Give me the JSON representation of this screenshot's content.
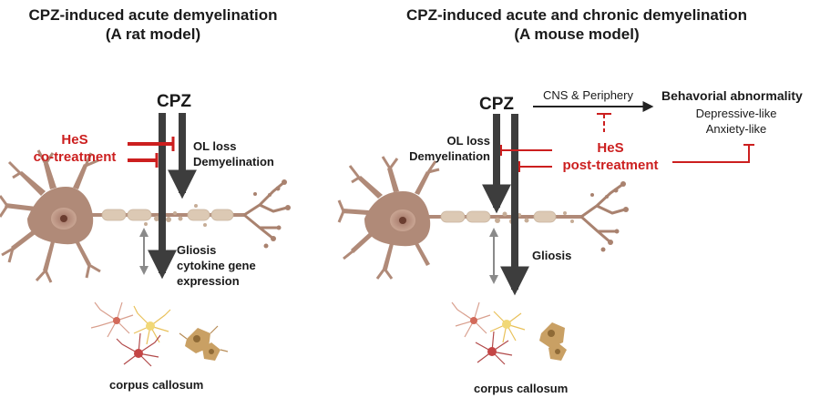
{
  "left_panel": {
    "title_line1": "CPZ-induced acute demyelination",
    "title_line2": "(A rat model)",
    "cpz": "CPZ",
    "treatment_line1": "HeS",
    "treatment_line2": "co-treatment",
    "effect_line1": "OL loss",
    "effect_line2": "Demyelination",
    "gliosis_line1": "Gliosis",
    "gliosis_line2": "cytokine gene",
    "gliosis_line3": "expression",
    "region": "corpus callosum"
  },
  "right_panel": {
    "title_line1": "CPZ-induced acute and chronic demyelination",
    "title_line2": "(A mouse model)",
    "cpz": "CPZ",
    "pathway": "CNS & Periphery",
    "behavior_title": "Behavorial abnormality",
    "behavior_line1": "Depressive-like",
    "behavior_line2": "Anxiety-like",
    "effect_line1": "OL loss",
    "effect_line2": "Demyelination",
    "treatment_line1": "HeS",
    "treatment_line2": "post-treatment",
    "gliosis": "Gliosis",
    "region": "corpus callosum"
  },
  "colors": {
    "inhibition_red": "#cc1f1f",
    "arrow_dark": "#3d3d3d",
    "neuron_brown": "#a9826f",
    "myelin": "#dcc9b4"
  }
}
